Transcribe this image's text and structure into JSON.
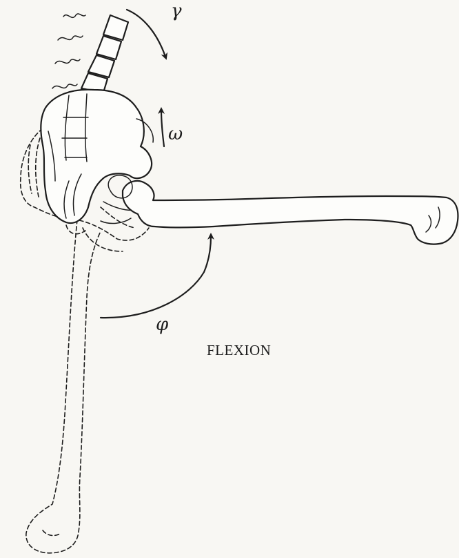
{
  "labels": {
    "gamma": "γ",
    "omega": "ω",
    "phi": "φ",
    "caption": "FLEXION"
  }
}
